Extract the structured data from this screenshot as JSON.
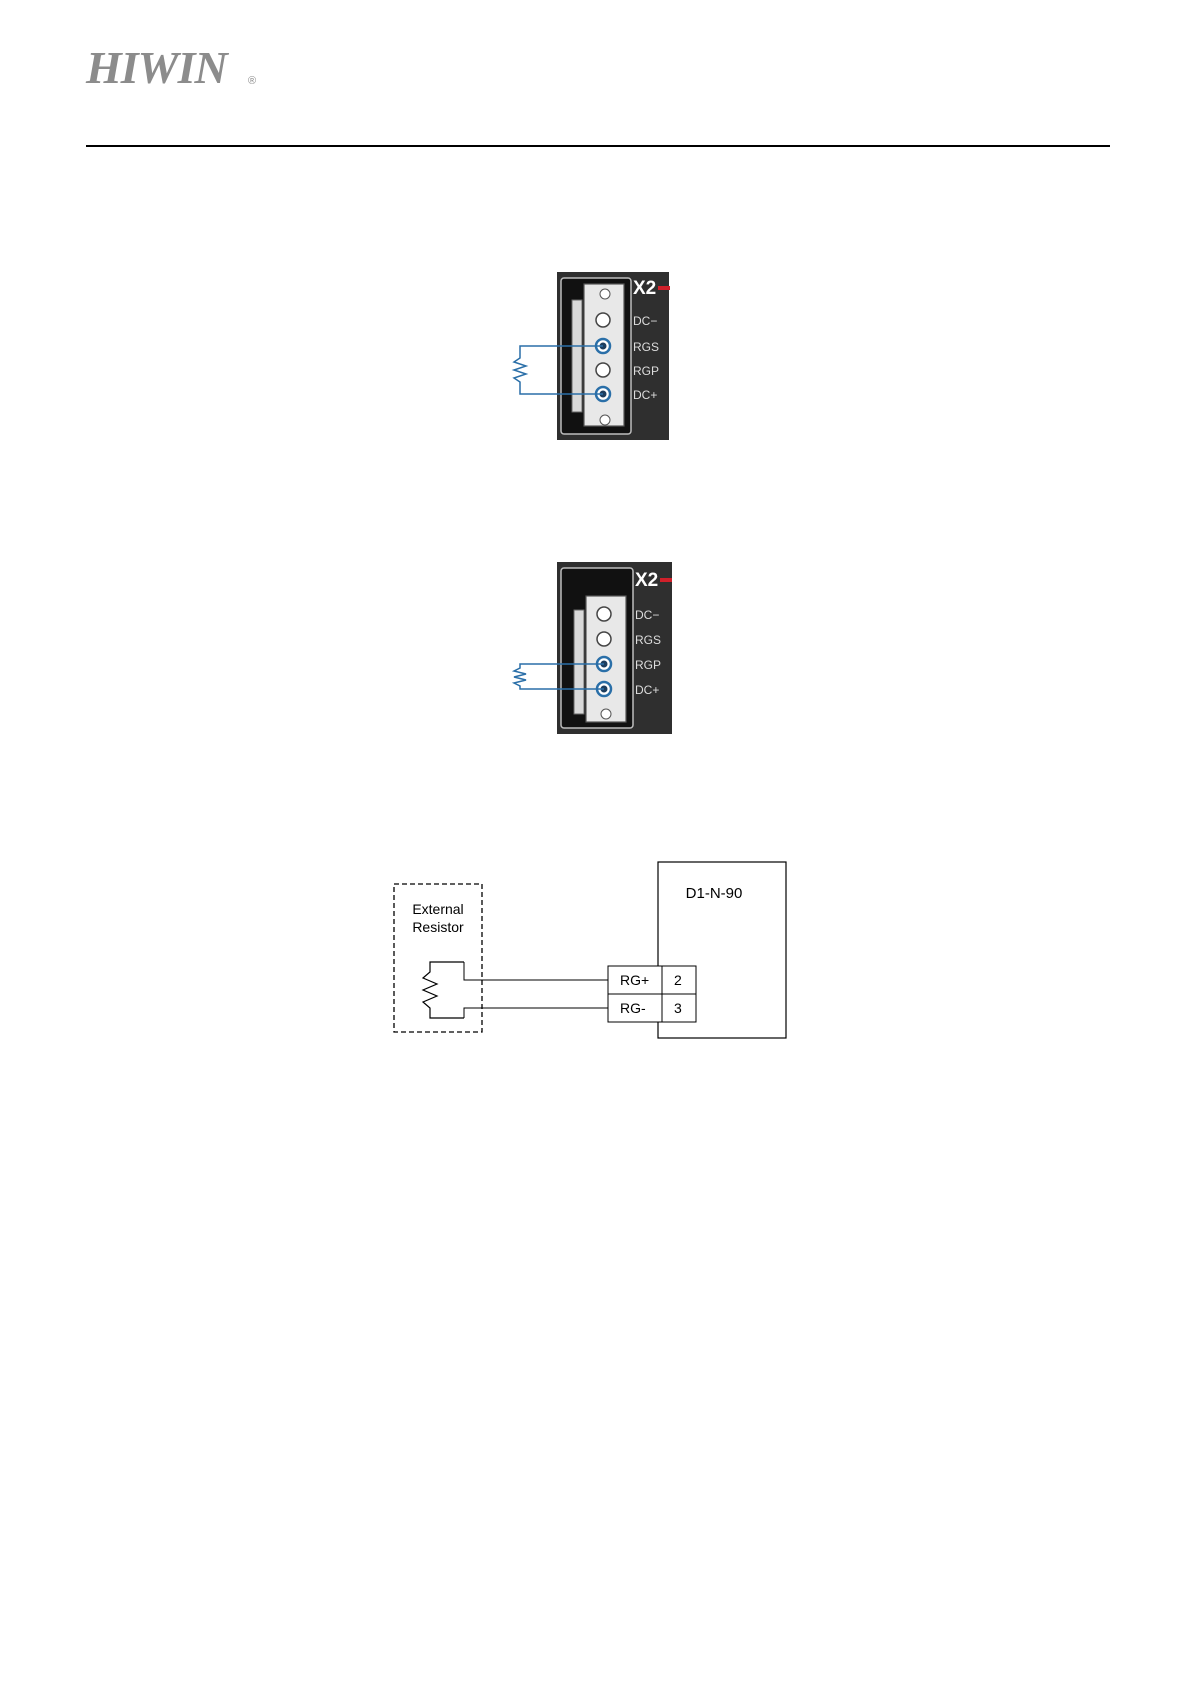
{
  "header": {
    "brand": "HIWIN",
    "brand_mark": "®"
  },
  "connector_figures": [
    {
      "title": "X2",
      "pins": [
        "DC−",
        "RGS",
        "RGP",
        "DC+"
      ],
      "resistor_between": [
        "RGS",
        "DC+"
      ]
    },
    {
      "title": "X2",
      "pins": [
        "DC−",
        "RGS",
        "RGP",
        "DC+"
      ],
      "resistor_between": [
        "RGP",
        "DC+"
      ]
    }
  ],
  "wiring_diagram": {
    "resistor_box_label_line1": "External",
    "resistor_box_label_line2": "Resistor",
    "drive_label": "D1-N-90",
    "terminals": [
      {
        "name": "RG+",
        "pin": "2"
      },
      {
        "name": "RG-",
        "pin": "3"
      }
    ]
  },
  "colors": {
    "brand_gray": "#8c8c8c",
    "connector_body": "#2f2f2f",
    "accent_red": "#d0202a",
    "wire_blue": "#2a6fa8"
  }
}
